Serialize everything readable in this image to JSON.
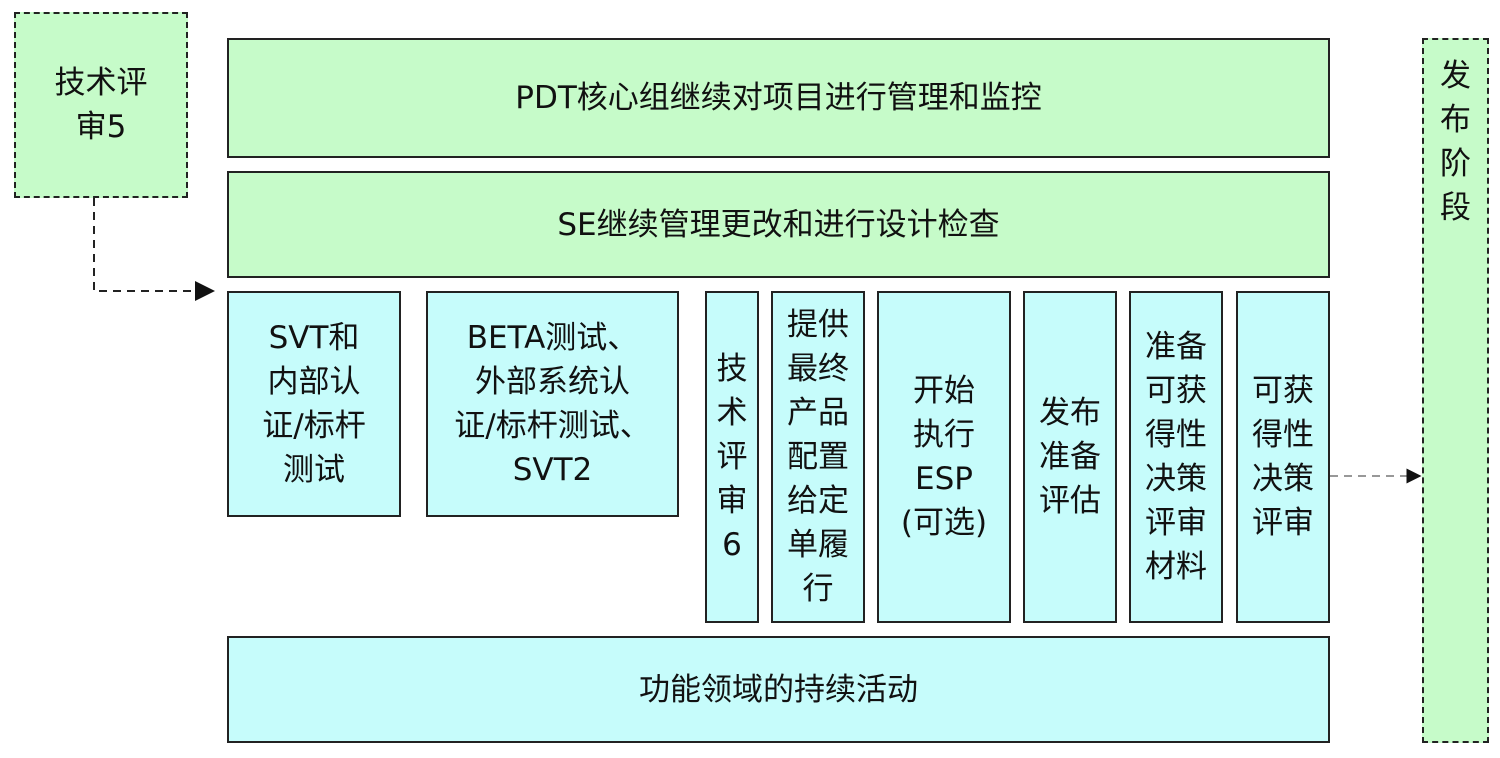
{
  "colors": {
    "green": "#c6fbc9",
    "cyan": "#c6fcfb"
  },
  "tech_review_5": [
    "技术评",
    "审5"
  ],
  "pdt": "PDT核心组继续对项目进行管理和监控",
  "se": "SE继续管理更改和进行设计检查",
  "activities": [
    [
      "SVT和",
      "内部认",
      "证/标杆",
      "测试"
    ],
    [
      "BETA测试、",
      "外部系统认",
      "证/标杆测试、",
      "SVT2"
    ],
    [
      "技",
      "术",
      "评",
      "审",
      "6"
    ],
    [
      "提供",
      "最终",
      "产品",
      "配置",
      "给定",
      "单履",
      "行"
    ],
    [
      "开始",
      "执行",
      "ESP",
      "(可选)"
    ],
    [
      "发布",
      "准备",
      "评估"
    ],
    [
      "准备",
      "可获",
      "得性",
      "决策",
      "评审",
      "材料"
    ],
    [
      "可获",
      "得性",
      "决策",
      "评审"
    ]
  ],
  "functional": "功能领域的持续活动",
  "release_phase": [
    "发",
    "布",
    "阶",
    "段"
  ]
}
